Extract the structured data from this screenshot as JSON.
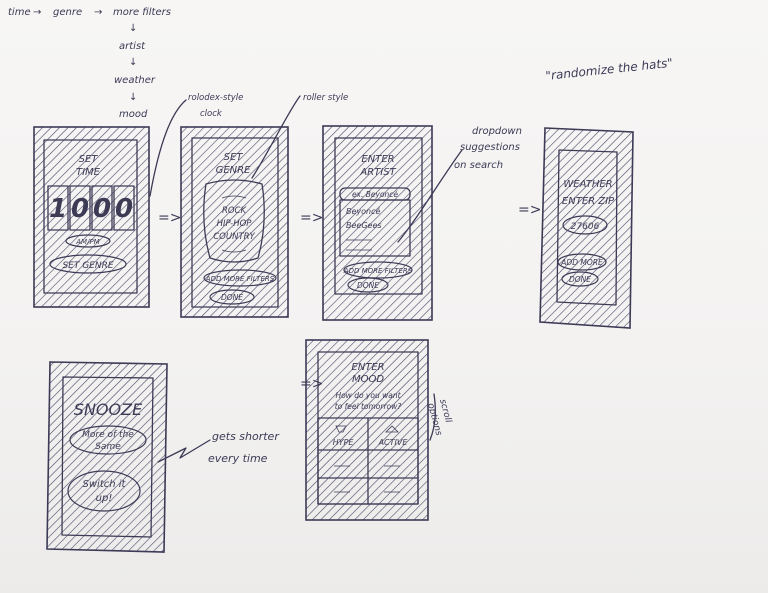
{
  "flow": {
    "time": "time",
    "genre": "genre",
    "more_filters": "more filters",
    "artist": "artist",
    "weather": "weather",
    "mood": "mood"
  },
  "notes": {
    "rolodex": [
      "rolodex-style",
      "clock"
    ],
    "roller": "roller style",
    "dropdown": [
      "dropdown",
      "suggestions",
      "on search"
    ],
    "randomize": "\"randomize the hats\"",
    "gets_shorter": [
      "gets shorter",
      "every time"
    ],
    "scroll": [
      "scroll",
      "options"
    ]
  },
  "screens": {
    "set_time": {
      "title": [
        "SET",
        "TIME"
      ],
      "digits": [
        "1",
        "0",
        "0",
        "0"
      ],
      "ampm": "AM/PM",
      "button": "SET GENRE"
    },
    "set_genre": {
      "title": [
        "SET",
        "GENRE"
      ],
      "options": [
        "ROCK",
        "HIP-HOP",
        "COUNTRY"
      ],
      "add_filters": "ADD MORE FILTERS",
      "done": "DONE"
    },
    "enter_artist": {
      "title": [
        "ENTER",
        "ARTIST"
      ],
      "search": "ex. Beyoncé",
      "suggestions": [
        "Beyoncé",
        "BeeGees"
      ],
      "add_filters": "ADD MORE FILTERS",
      "done": "DONE"
    },
    "weather": {
      "title": [
        "WEATHER",
        "ENTER ZIP"
      ],
      "zip": "27606",
      "add_more": "ADD MORE",
      "done": "DONE"
    },
    "snooze": {
      "title": "SNOOZE",
      "more": [
        "More of the",
        "Same"
      ],
      "switch": [
        "Switch it",
        "up!"
      ]
    },
    "enter_mood": {
      "title": [
        "ENTER",
        "MOOD"
      ],
      "question": [
        "How do you want",
        "to feel tomorrow?"
      ],
      "moods": [
        "HYPE",
        "ACTIVE"
      ]
    }
  }
}
